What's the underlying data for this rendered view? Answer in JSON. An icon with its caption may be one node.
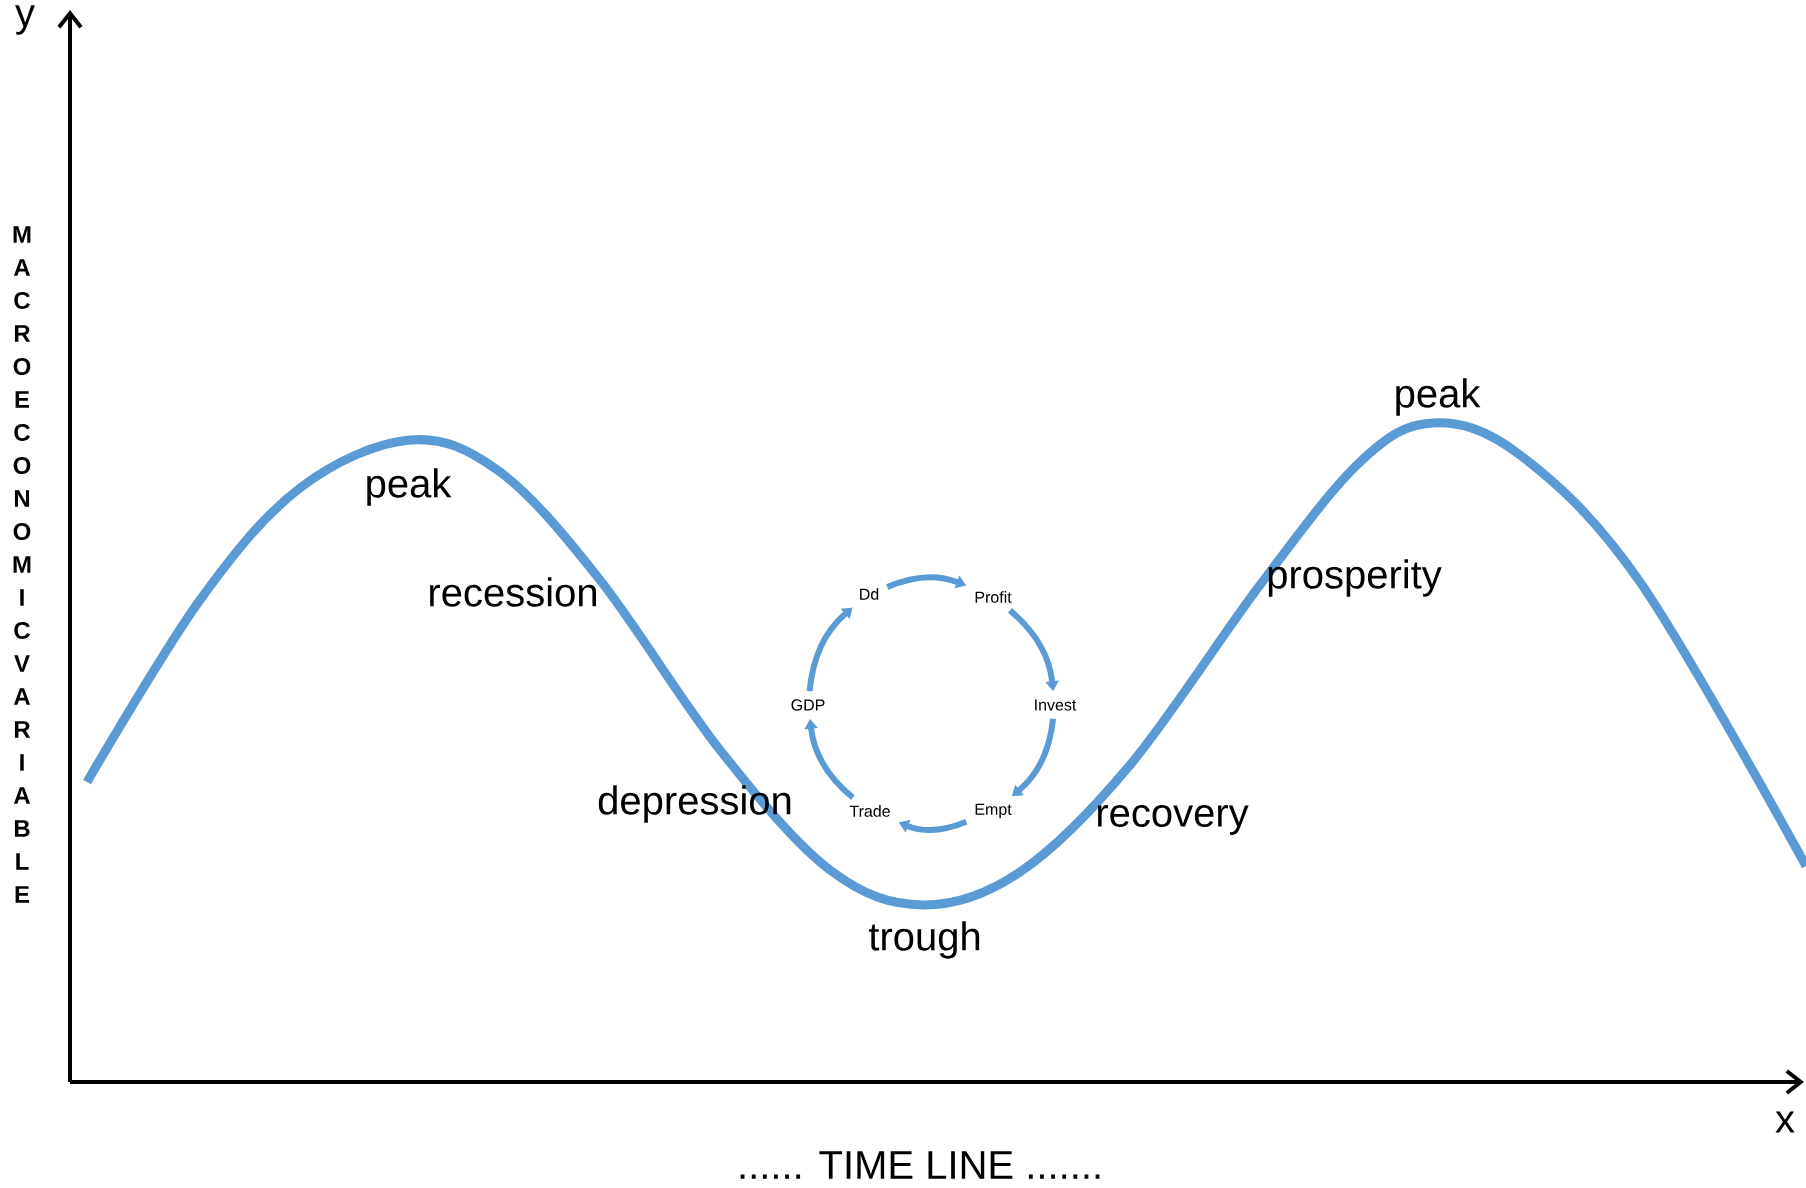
{
  "diagram": {
    "nodes": [
      {
        "text": [
          "Dd"
        ]
      },
      {
        "text": [
          "Profit"
        ]
      },
      {
        "text": [
          "Invest"
        ]
      },
      {
        "text": [
          "Empt"
        ]
      },
      {
        "text": [
          "Trade"
        ]
      },
      {
        "text": [
          "GDP"
        ]
      }
    ],
    "edges": [
      {
        "from": 0,
        "to": 1,
        "arrow": "to"
      },
      {
        "from": 1,
        "to": 2,
        "arrow": "to"
      },
      {
        "from": 2,
        "to": 3,
        "arrow": "to"
      },
      {
        "from": 3,
        "to": 4,
        "arrow": "to"
      },
      {
        "from": 4,
        "to": 5,
        "arrow": "to"
      },
      {
        "from": 5,
        "to": 0,
        "arrow": "to"
      }
    ],
    "labels": [
      "y",
      "MACROECONOMICVARIABLE",
      "peak",
      "recession",
      "depression",
      "trough",
      "recovery",
      "prosperity",
      "peak",
      "x",
      "...... TIME LINE ......."
    ]
  }
}
